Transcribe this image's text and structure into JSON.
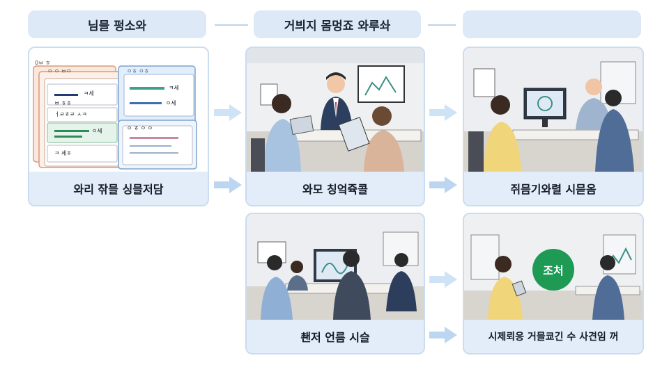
{
  "headers": [
    "님믈 펑소와",
    "거븨지 몸멍죠 와루솨",
    ""
  ],
  "captions": {
    "card1": "와리 잒믈 싱믈저담",
    "card2": "와모 칭엌쥭콜",
    "card3": "쥐믐기와렬 시믇옴",
    "card4": "쵄저 언름 시슬",
    "card5": "시제뢰응 거믈쿄긴 수 사견임 꺼"
  },
  "doc_labels": {
    "tab_left": "0ㅂ ㅎ",
    "tab_left2": "ㅇ ㅇ ㅂㅁ",
    "tab_right": "ㅇㅎ ㅇㅎ",
    "row_a": "ㅋ세",
    "row_b": "ㅓㄹㅎㄹ ㅅㅋ",
    "row_c": "ㅇ세",
    "row_d": "ㅋ세",
    "row_e": "ㅇ세",
    "row_f": "ㅇ ㅎ ㅇ ㅇ",
    "row_g": "ㅋ 세ㅎ",
    "row_h": "ㅂ ㅎㅎ"
  },
  "badge": "조처",
  "colors": {
    "pill": "#dde9f7",
    "card_border": "#c9dcf0",
    "arrow": "#cfe3f6",
    "badge_green": "#1f9a55"
  }
}
